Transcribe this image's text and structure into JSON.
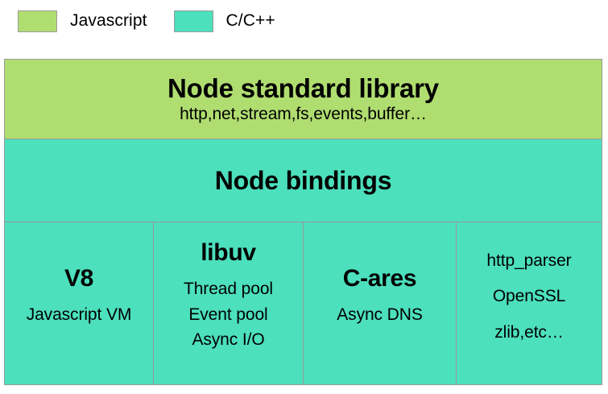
{
  "colors": {
    "javascript": "#b0dd70",
    "c_cpp": "#4ce0bd",
    "border": "#9a9a9a",
    "background": "#ffffff",
    "text": "#000000"
  },
  "legend": {
    "items": [
      {
        "label": "Javascript",
        "color": "#b0dd70",
        "swatch_name": "legend-swatch-javascript"
      },
      {
        "label": "C/C++",
        "color": "#4ce0bd",
        "swatch_name": "legend-swatch-c-cpp"
      }
    ]
  },
  "stack": {
    "standard_library": {
      "title": "Node standard library",
      "subtitle": "http,net,stream,fs,events,buffer…",
      "color": "#b0dd70"
    },
    "bindings": {
      "title": "Node bindings",
      "color": "#4ce0bd"
    },
    "columns": [
      {
        "title": "V8",
        "lines": [
          "Javascript VM"
        ],
        "color": "#4ce0bd"
      },
      {
        "title": "libuv",
        "lines": [
          "Thread pool",
          "Event pool",
          "Async I/O"
        ],
        "color": "#4ce0bd"
      },
      {
        "title": "C-ares",
        "lines": [
          "Async DNS"
        ],
        "color": "#4ce0bd"
      },
      {
        "title": "",
        "lines": [
          "http_parser",
          "OpenSSL",
          "zlib,etc…"
        ],
        "color": "#4ce0bd"
      }
    ]
  }
}
